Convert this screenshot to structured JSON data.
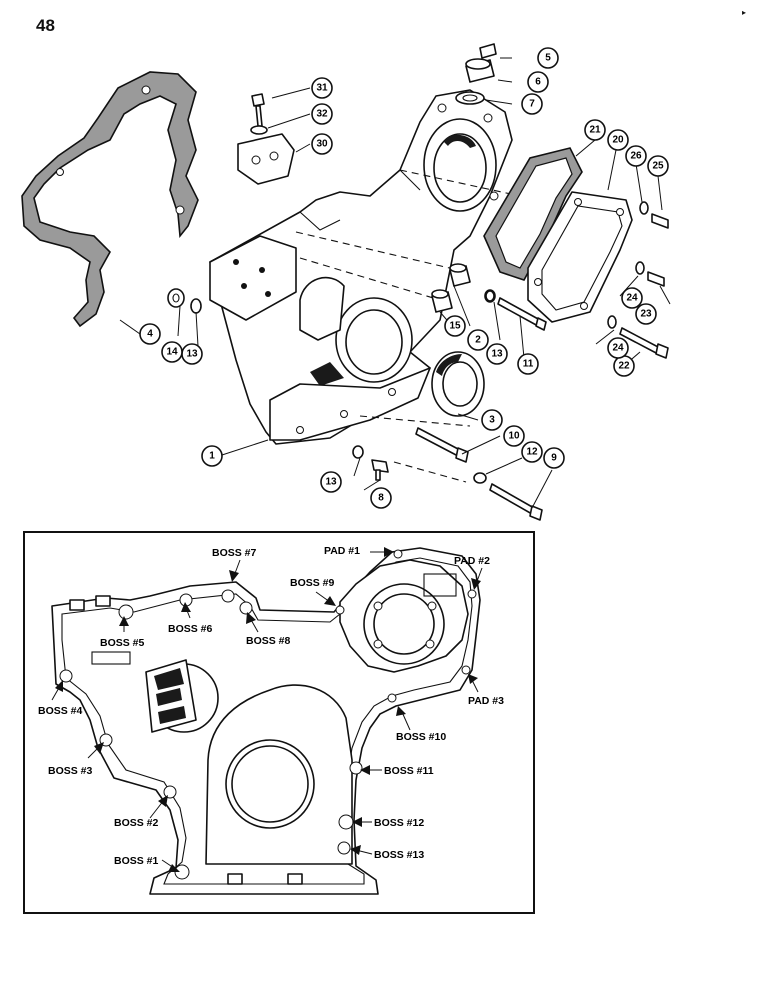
{
  "page": {
    "number": "48"
  },
  "callouts": [
    "1",
    "2",
    "3",
    "4",
    "5",
    "6",
    "7",
    "8",
    "9",
    "10",
    "11",
    "12",
    "13",
    "13",
    "13",
    "14",
    "15",
    "20",
    "21",
    "22",
    "23",
    "24",
    "24",
    "25",
    "26",
    "30",
    "31",
    "32"
  ],
  "inset_labels": {
    "pad1": "PAD #1",
    "pad2": "PAD #2",
    "pad3": "PAD #3",
    "boss1": "BOSS #1",
    "boss2": "BOSS #2",
    "boss3": "BOSS #3",
    "boss4": "BOSS #4",
    "boss5": "BOSS #5",
    "boss6": "BOSS #6",
    "boss7": "BOSS #7",
    "boss8": "BOSS #8",
    "boss9": "BOSS #9",
    "boss10": "BOSS #10",
    "boss11": "BOSS #11",
    "boss12": "BOSS #12",
    "boss13": "BOSS #13"
  },
  "colors": {
    "ink": "#111111",
    "gasket": "#9a9a9a",
    "paper": "#ffffff"
  }
}
